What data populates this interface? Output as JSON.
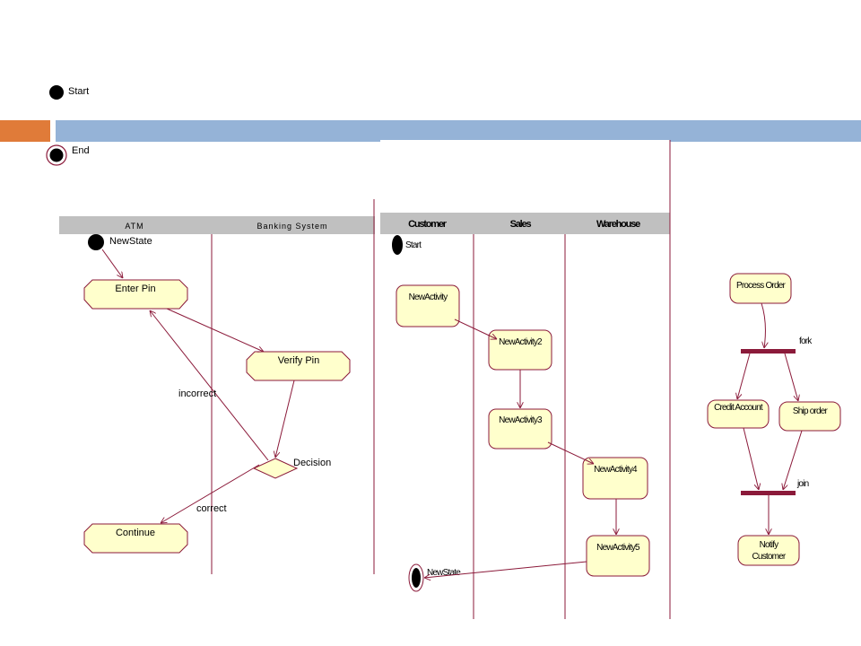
{
  "legend": {
    "start": "Start",
    "end": "End"
  },
  "atm_diagram": {
    "lanes": [
      "ATM",
      "Banking System"
    ],
    "initial_state": "NewState",
    "activities": {
      "enter_pin": "Enter Pin",
      "verify_pin": "Verify Pin",
      "continue": "Continue"
    },
    "decision": "Decision",
    "guards": {
      "incorrect": "incorrect",
      "correct": "correct"
    }
  },
  "sales_diagram": {
    "lanes": [
      "Customer",
      "Sales",
      "Warehouse"
    ],
    "start": "Start",
    "activities": [
      "NewActivity",
      "NewActivity2",
      "NewActivity3",
      "NewActivity4",
      "NewActivity5"
    ],
    "final_state": "NewState"
  },
  "order_diagram": {
    "process_order": "Process Order",
    "fork": "fork",
    "credit_account": "Credit Account",
    "ship_order": "Ship order",
    "join": "join",
    "notify_line1": "Notify",
    "notify_line2": "Customer"
  },
  "colors": {
    "header_bar": "#95b3d7",
    "accent_block": "#e07b39",
    "activity_fill": "#ffffcc",
    "line": "#8b1a3a",
    "lane_header": "#c0c0c0"
  }
}
